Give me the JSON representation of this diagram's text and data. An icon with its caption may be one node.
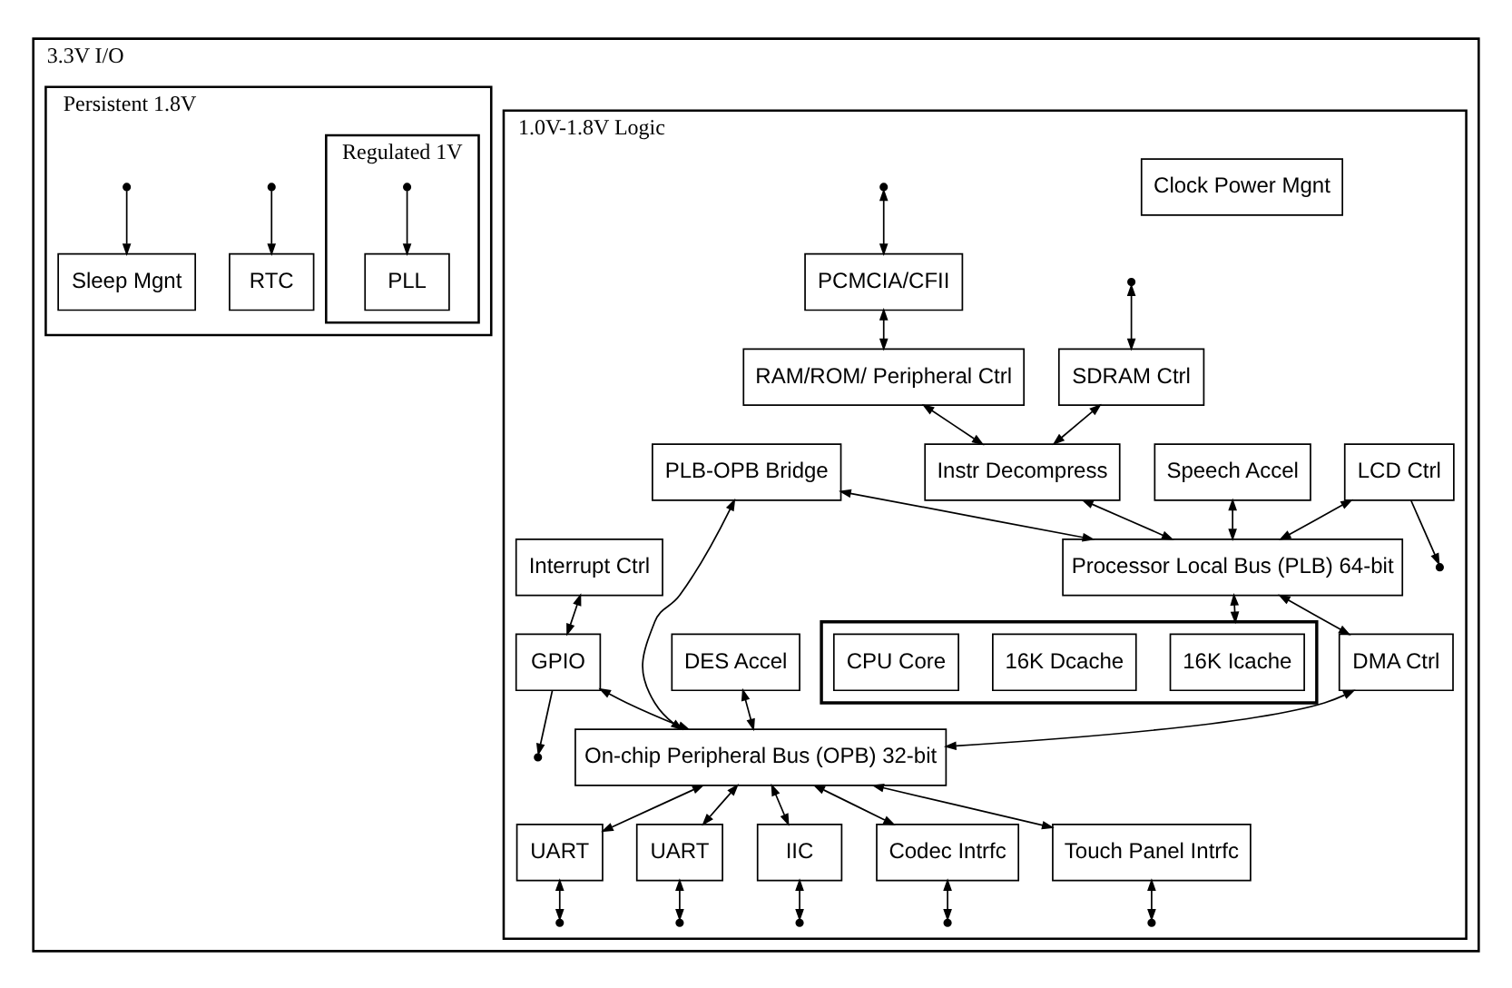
{
  "diagram": {
    "nodes": [
      {
        "text": [
          "3.3V I/O"
        ]
      },
      {
        "text": [
          "1.0V-1.8V Logic"
        ],
        "in": 0
      },
      {
        "text": [
          "PCMCIA/CFII"
        ],
        "in": 1
      },
      {
        "text": [
          "SDRAM Ctrl"
        ],
        "in": 1
      },
      {
        "text": [
          "RAM/ROM/ Peripheral Ctrl"
        ],
        "in": 1
      },
      {
        "text": [
          "LCD Ctrl"
        ],
        "in": 1
      },
      {
        "text": [
          "PLB-OPB Bridge"
        ],
        "in": 1
      },
      {
        "text": [
          "Instr Decompress"
        ],
        "in": 1
      },
      {
        "text": [
          "Speech Accel"
        ],
        "in": 1
      },
      {
        "text": [
          "Processor Local Bus (PLB) 64-bit"
        ],
        "in": 1
      },
      {
        "text": [
          "On-chip Peripheral Bus (OPB) 32-bit"
        ],
        "in": 1
      },
      {
        "text": [
          "UART"
        ],
        "in": 1
      },
      {
        "text": [
          "UART"
        ],
        "in": 1
      },
      {
        "text": [
          "IIC"
        ],
        "in": 1
      },
      {
        "text": [
          "Codec Intrfc"
        ],
        "in": 1
      },
      {
        "text": [
          "Touch Panel Intrfc"
        ],
        "in": 1
      },
      {
        "text": [],
        "shape": "box",
        "in": 1
      },
      {
        "text": [
          "16K Icache"
        ],
        "in": 16
      },
      {
        "text": [
          "16K Dcache"
        ],
        "in": 16
      },
      {
        "text": [
          "CPU Core"
        ],
        "in": 16
      },
      {
        "text": [
          "DMA Ctrl"
        ],
        "in": 1
      },
      {
        "text": [
          "DES Accel"
        ],
        "in": 1
      },
      {
        "text": [
          "Interrupt Ctrl"
        ],
        "in": 1
      },
      {
        "text": [
          "GPIO"
        ],
        "in": 1
      },
      {
        "text": [
          "Clock Power Mgnt"
        ],
        "in": 1
      },
      {
        "text": [
          "Persistent 1.8V"
        ],
        "in": 0
      },
      {
        "text": [
          "RTC"
        ],
        "in": 25
      },
      {
        "text": [
          "Sleep Mgnt"
        ],
        "in": 25
      },
      {
        "text": [
          "Regulated 1V"
        ],
        "in": 25
      },
      {
        "text": [
          "PLL"
        ],
        "in": 28
      }
    ],
    "edges": [
      {
        "from": null,
        "to": 3,
        "arrow": "both"
      },
      {
        "from": null,
        "to": 2,
        "arrow": "both"
      },
      {
        "from": 2,
        "to": 4,
        "arrow": "both"
      },
      {
        "from": 5,
        "to": null,
        "arrow": "to"
      },
      {
        "from": 3,
        "to": 7,
        "arrow": "both"
      },
      {
        "from": 4,
        "to": 7,
        "arrow": "both"
      },
      {
        "from": 7,
        "to": 9,
        "arrow": "both"
      },
      {
        "from": 8,
        "to": 9,
        "arrow": "both"
      },
      {
        "from": 5,
        "to": 9,
        "arrow": "both"
      },
      {
        "from": 6,
        "to": 9,
        "arrow": "both"
      },
      {
        "from": 9,
        "to": 16,
        "arrow": "both"
      },
      {
        "from": 9,
        "to": 20,
        "arrow": "both"
      },
      {
        "from": 6,
        "to": 10,
        "arrow": "both"
      },
      {
        "from": 10,
        "to": 11,
        "arrow": "both"
      },
      {
        "from": 10,
        "to": 12,
        "arrow": "both"
      },
      {
        "from": 10,
        "to": 13,
        "arrow": "both"
      },
      {
        "from": 10,
        "to": 14,
        "arrow": "both"
      },
      {
        "from": 10,
        "to": 15,
        "arrow": "both"
      },
      {
        "from": 11,
        "to": null,
        "arrow": "both"
      },
      {
        "from": 12,
        "to": null,
        "arrow": "both"
      },
      {
        "from": 13,
        "to": null,
        "arrow": "both"
      },
      {
        "from": 14,
        "to": null,
        "arrow": "both"
      },
      {
        "from": 15,
        "to": null,
        "arrow": "both"
      },
      {
        "from": 20,
        "to": 10,
        "arrow": "both"
      },
      {
        "from": 21,
        "to": 10,
        "arrow": "both"
      },
      {
        "from": 23,
        "to": 10,
        "arrow": "both"
      },
      {
        "from": 22,
        "to": 23,
        "arrow": "both"
      },
      {
        "from": 23,
        "to": null,
        "arrow": "to"
      },
      {
        "from": null,
        "to": 26,
        "arrow": "to"
      },
      {
        "from": null,
        "to": 27,
        "arrow": "to"
      },
      {
        "from": null,
        "to": 29,
        "arrow": "to"
      }
    ]
  }
}
